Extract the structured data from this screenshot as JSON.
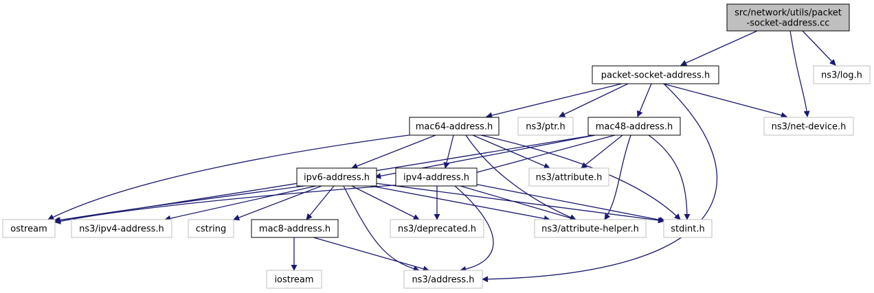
{
  "colors": {
    "edge": "#191970",
    "root_fill": "#bfbfbf",
    "root_stroke": "#000000",
    "documented_stroke": "#000000",
    "external_stroke": "#bfbfbf",
    "node_fill": "#ffffff"
  },
  "nodes": {
    "root": {
      "kind": "root",
      "lines": [
        "src/network/utils/packet",
        "-socket-address.cc"
      ]
    },
    "packet_socket_address_h": {
      "kind": "documented",
      "lines": [
        "packet-socket-address.h"
      ]
    },
    "log_h": {
      "kind": "external",
      "lines": [
        "ns3/log.h"
      ]
    },
    "mac64_address_h": {
      "kind": "documented",
      "lines": [
        "mac64-address.h"
      ]
    },
    "ptr_h": {
      "kind": "external",
      "lines": [
        "ns3/ptr.h"
      ]
    },
    "mac48_address_h": {
      "kind": "documented",
      "lines": [
        "mac48-address.h"
      ]
    },
    "net_device_h": {
      "kind": "external",
      "lines": [
        "ns3/net-device.h"
      ]
    },
    "ipv6_address_h": {
      "kind": "documented",
      "lines": [
        "ipv6-address.h"
      ]
    },
    "ipv4_address_h": {
      "kind": "documented",
      "lines": [
        "ipv4-address.h"
      ]
    },
    "attribute_h": {
      "kind": "external",
      "lines": [
        "ns3/attribute.h"
      ]
    },
    "ostream": {
      "kind": "external",
      "lines": [
        "ostream"
      ]
    },
    "ns3_ipv4_address_h": {
      "kind": "external",
      "lines": [
        "ns3/ipv4-address.h"
      ]
    },
    "cstring": {
      "kind": "external",
      "lines": [
        "cstring"
      ]
    },
    "mac8_address_h": {
      "kind": "documented",
      "lines": [
        "mac8-address.h"
      ]
    },
    "deprecated_h": {
      "kind": "external",
      "lines": [
        "ns3/deprecated.h"
      ]
    },
    "attribute_helper_h": {
      "kind": "external",
      "lines": [
        "ns3/attribute-helper.h"
      ]
    },
    "stdint_h": {
      "kind": "external",
      "lines": [
        "stdint.h"
      ]
    },
    "iostream": {
      "kind": "external",
      "lines": [
        "iostream"
      ]
    },
    "address_h": {
      "kind": "external",
      "lines": [
        "ns3/address.h"
      ]
    }
  },
  "edges": [
    [
      "root",
      "packet_socket_address_h"
    ],
    [
      "root",
      "log_h"
    ],
    [
      "root",
      "net_device_h"
    ],
    [
      "packet_socket_address_h",
      "mac64_address_h"
    ],
    [
      "packet_socket_address_h",
      "ptr_h"
    ],
    [
      "packet_socket_address_h",
      "mac48_address_h"
    ],
    [
      "packet_socket_address_h",
      "net_device_h"
    ],
    [
      "packet_socket_address_h",
      "address_h"
    ],
    [
      "mac64_address_h",
      "ostream"
    ],
    [
      "mac64_address_h",
      "ipv6_address_h"
    ],
    [
      "mac64_address_h",
      "ipv4_address_h"
    ],
    [
      "mac64_address_h",
      "attribute_h"
    ],
    [
      "mac64_address_h",
      "attribute_helper_h"
    ],
    [
      "mac64_address_h",
      "stdint_h"
    ],
    [
      "mac48_address_h",
      "ostream"
    ],
    [
      "mac48_address_h",
      "ipv6_address_h"
    ],
    [
      "mac48_address_h",
      "ipv4_address_h"
    ],
    [
      "mac48_address_h",
      "attribute_h"
    ],
    [
      "mac48_address_h",
      "attribute_helper_h"
    ],
    [
      "mac48_address_h",
      "stdint_h"
    ],
    [
      "ipv6_address_h",
      "ostream"
    ],
    [
      "ipv6_address_h",
      "ns3_ipv4_address_h"
    ],
    [
      "ipv6_address_h",
      "cstring"
    ],
    [
      "ipv6_address_h",
      "mac8_address_h"
    ],
    [
      "ipv6_address_h",
      "deprecated_h"
    ],
    [
      "ipv6_address_h",
      "attribute_helper_h"
    ],
    [
      "ipv6_address_h",
      "stdint_h"
    ],
    [
      "ipv6_address_h",
      "address_h"
    ],
    [
      "ipv4_address_h",
      "ostream"
    ],
    [
      "ipv4_address_h",
      "deprecated_h"
    ],
    [
      "ipv4_address_h",
      "attribute_helper_h"
    ],
    [
      "ipv4_address_h",
      "stdint_h"
    ],
    [
      "ipv4_address_h",
      "address_h"
    ],
    [
      "mac8_address_h",
      "iostream"
    ],
    [
      "mac8_address_h",
      "address_h"
    ]
  ]
}
